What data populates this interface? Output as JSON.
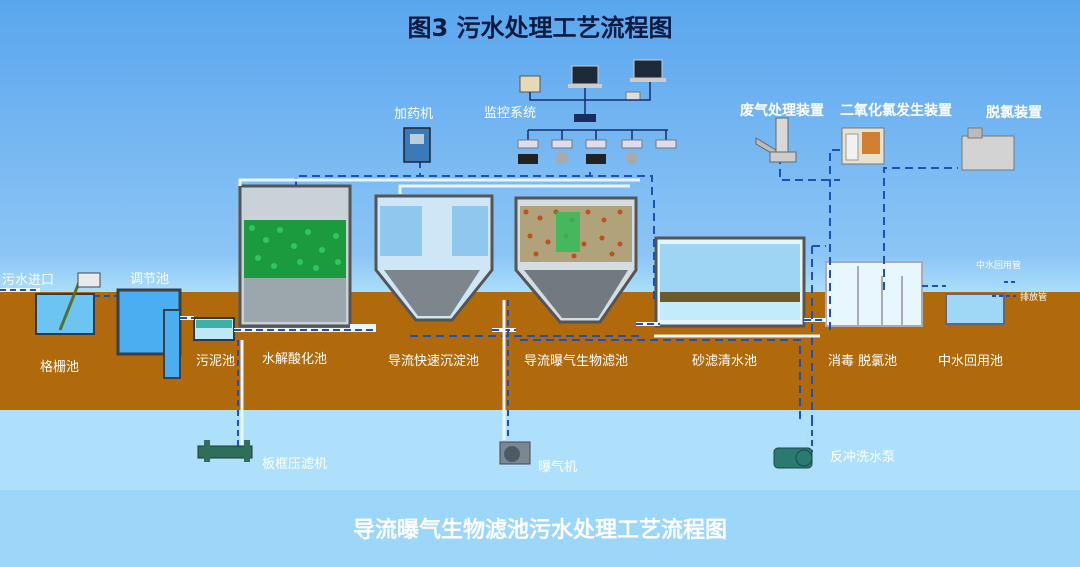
{
  "title": "图3  污水处理工艺流程图",
  "subtitle": "导流曝气生物滤池污水处理工艺流程图",
  "colors": {
    "sky": "#6bb2f0",
    "ground": "#b36b0a",
    "water": "#a6dcf8",
    "tank_water": "#4aaef0",
    "pipe_blue": "#1f4fb8",
    "pipe_light": "#e8f6ff",
    "media_green": "#1fa84a"
  },
  "units": {
    "inlet": "污水进口",
    "screen_tank": "格栅池",
    "adjust_tank": "调节池",
    "sludge_tank": "污泥池",
    "hydrolysis_tank": "水解酸化池",
    "sedimentation_tank": "导流快速沉淀池",
    "baf_tank": "导流曝气生物滤池",
    "sand_filter": "砂滤清水池",
    "disinfect_tank": "消毒  脱氯池",
    "reuse_tank": "中水回用池",
    "dosing": "加药机",
    "monitor": "监控系统",
    "exhaust": "废气处理装置",
    "chlorine_gen": "二氧化氯发生装置",
    "dechlorination": "脱氯装置",
    "reuse_pipe": "中水回用管",
    "discharge_pipe": "排放管",
    "filter_press": "板框压滤机",
    "blower": "曝气机",
    "backwash_pump": "反冲洗水泵"
  }
}
